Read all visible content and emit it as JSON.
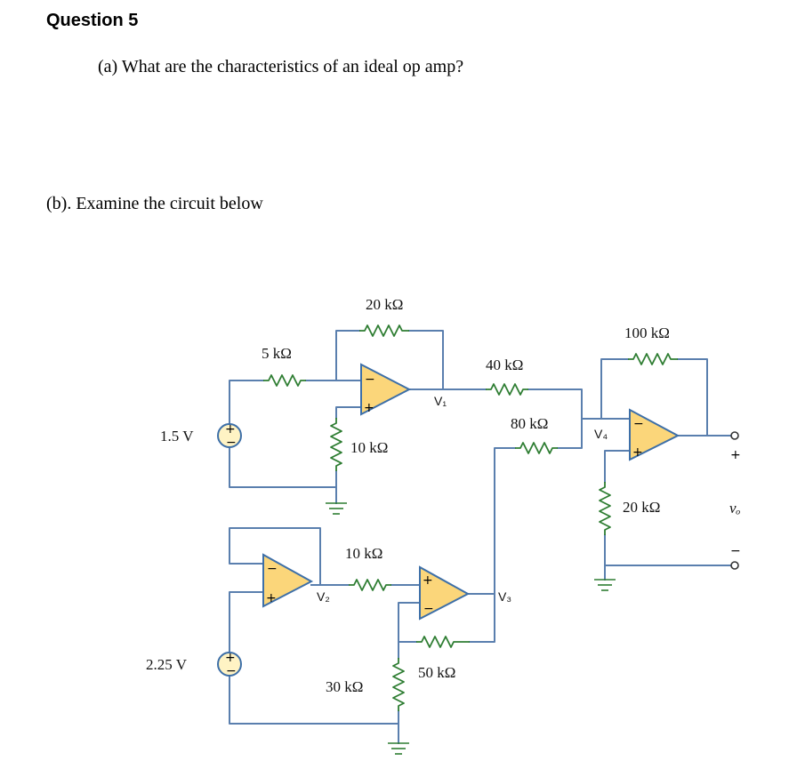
{
  "heading": "Question 5",
  "part_a": "(a) What are the characteristics of an ideal op amp?",
  "part_b": "(b).  Examine the circuit below",
  "circuit": {
    "r_20k": "20 kΩ",
    "r_5k": "5 kΩ",
    "r_10k_ground": "10 kΩ",
    "r_40k": "40 kΩ",
    "r_80k": "80 kΩ",
    "r_100k": "100 kΩ",
    "r_20k_ground": "20 kΩ",
    "r_10k_mid": "10 kΩ",
    "r_30k": "30 kΩ",
    "r_50k": "50 kΩ",
    "src_top": "1.5 V",
    "src_bottom": "2.25 V",
    "node_v1": "V₁",
    "node_v2": "V₂",
    "node_v3": "V₃",
    "node_v4": "V₄",
    "out_label": "vₒ",
    "plus_sign": "+",
    "minus_sign": "−"
  }
}
